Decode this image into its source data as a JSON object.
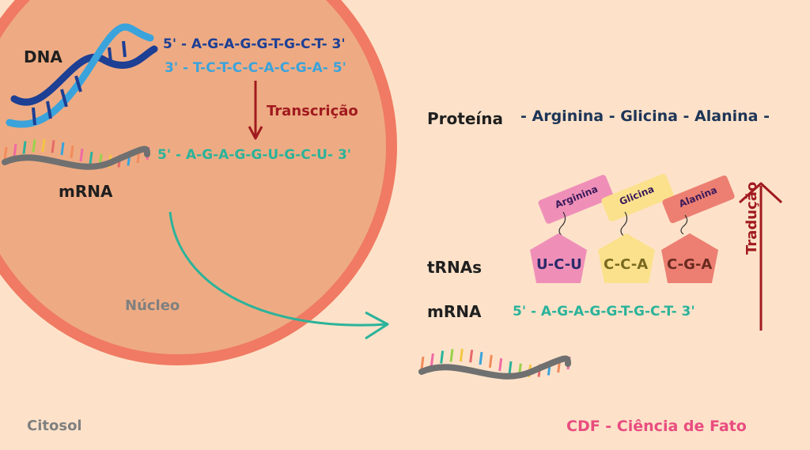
{
  "labels": {
    "dna": "DNA",
    "mrna_top": "mRNA",
    "nucleus": "Núcleo",
    "cytosol": "Citosol",
    "transcription": "Transcrição",
    "protein": "Proteína",
    "trnas": "tRNAs",
    "mrna_bottom": "mRNA",
    "translation": "Tradução",
    "credit": "CDF - Ciência de Fato"
  },
  "sequences": {
    "dna_strand_1": "5' - A-G-A-G-G-T-G-C-T- 3'",
    "dna_strand_2": "3' - T-C-T-C-C-A-C-G-A- 5'",
    "mrna_transcribed": "5' - A-G-A-G-G-U-G-C-U- 3'",
    "protein_chain": "- Arginina - Glicina - Alanina -",
    "mrna_translated": "5' - A-G-A-G-G-T-G-C-T- 3'"
  },
  "trnas": [
    {
      "anticodon": "U-C-U",
      "amino_acid": "Arginina",
      "color": "#ef8fb8",
      "tag_color": "#ef8fb8"
    },
    {
      "anticodon": "C-C-A",
      "amino_acid": "Glicina",
      "color": "#fbe18c",
      "tag_color": "#fbe18c"
    },
    {
      "anticodon": "C-G-A",
      "amino_acid": "Alanina",
      "color": "#ec7f72",
      "tag_color": "#ec7f72"
    }
  ],
  "colors": {
    "background": "#fde2c9",
    "nucleus_fill": "#eeab83",
    "nucleus_border": "#f07a63",
    "dark_blue": "#1d3f94",
    "light_blue": "#3aa3dc",
    "teal": "#2bb39a",
    "dark_red": "#a11a1f",
    "grey": "#808080",
    "pink": "#e84c7f"
  }
}
